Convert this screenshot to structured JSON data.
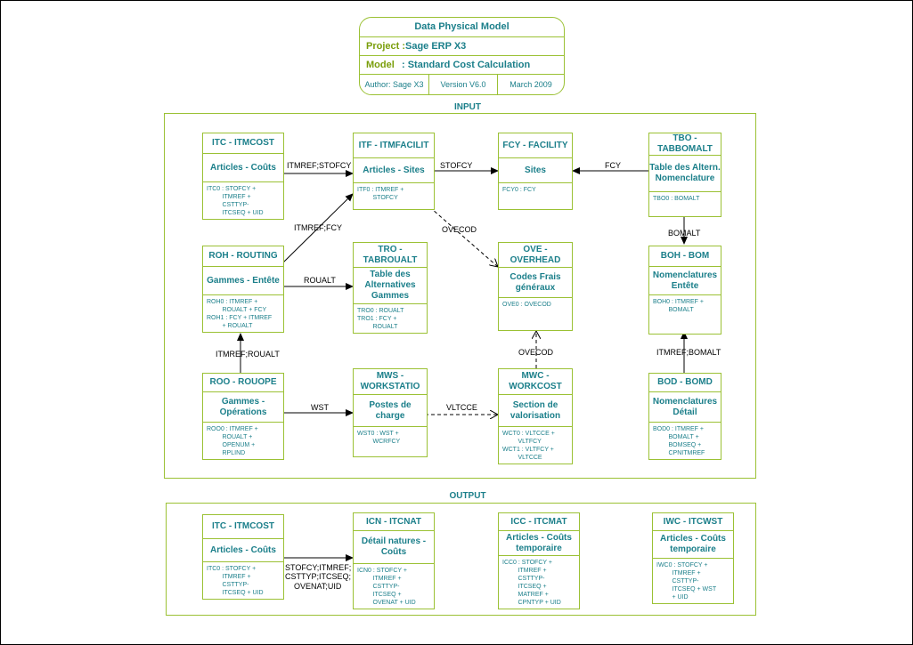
{
  "header": {
    "title": "Data Physical Model",
    "project_label": "Project :",
    "project_value": "Sage ERP X3",
    "model_label": "Model",
    "model_value": ": Standard Cost Calculation",
    "author": "Author: Sage X3",
    "version": "Version V6.0",
    "date": "March 2009"
  },
  "sections": {
    "input": "INPUT",
    "output": "OUTPUT"
  },
  "entities": {
    "itc_in": {
      "title": "ITC - ITMCOST",
      "desc": "Articles - Coûts",
      "keys": [
        "ITC0 : STOFCY +",
        "         ITMREF +",
        "         CSTTYP-",
        "         ITCSEQ + UID"
      ]
    },
    "itf": {
      "title": "ITF - ITMFACILIT",
      "desc": "Articles - Sites",
      "keys": [
        "ITF0 : ITMREF +",
        "         STOFCY"
      ]
    },
    "fcy": {
      "title": "FCY - FACILITY",
      "desc": "Sites",
      "keys": [
        "FCY0 : FCY"
      ]
    },
    "tbo": {
      "title": "TBO - TABBOMALT",
      "desc": "Table des Altern. Nomenclature",
      "keys": [
        "TBO0 : BOMALT"
      ]
    },
    "roh": {
      "title": "ROH - ROUTING",
      "desc": "Gammes - Entête",
      "keys": [
        "ROH0 : ITMREF +",
        "         ROUALT + FCY",
        "ROH1 : FCY + ITMREF",
        "         + ROUALT"
      ]
    },
    "tro": {
      "title": "TRO - TABROUALT",
      "desc": "Table des Alternatives Gammes",
      "keys": [
        "TRO0 : ROUALT",
        "TRO1 : FCY +",
        "         ROUALT"
      ]
    },
    "ove": {
      "title": "OVE - OVERHEAD",
      "desc": "Codes Frais généraux",
      "keys": [
        "OVE0 : OVECOD"
      ]
    },
    "boh": {
      "title": "BOH - BOM",
      "desc": "Nomenclatures Entête",
      "keys": [
        "BOH0 : ITMREF +",
        "         BOMALT"
      ]
    },
    "roo": {
      "title": "ROO - ROUOPE",
      "desc": "Gammes - Opérations",
      "keys": [
        "ROO0 : ITMREF +",
        "         ROUALT +",
        "         OPENUM +",
        "         RPLIND"
      ]
    },
    "mws": {
      "title": "MWS - WORKSTATIO",
      "desc": "Postes de charge",
      "keys": [
        "WST0 : WST +",
        "         WCRFCY"
      ]
    },
    "mwc": {
      "title": "MWC - WORKCOST",
      "desc": "Section de valorisation",
      "keys": [
        "WCT0 : VLTCCE +",
        "         VLTFCY",
        "WCT1 : VLTFCY +",
        "         VLTCCE"
      ]
    },
    "bod": {
      "title": "BOD - BOMD",
      "desc": "Nomenclatures Détail",
      "keys": [
        "BOD0 : ITMREF +",
        "         BOMALT +",
        "         BOMSEQ +",
        "         CPNITMREF"
      ]
    },
    "itc_out": {
      "title": "ITC - ITMCOST",
      "desc": "Articles - Coûts",
      "keys": [
        "ITC0 : STOFCY +",
        "         ITMREF +",
        "         CSTTYP-",
        "         ITCSEQ + UID"
      ]
    },
    "icn": {
      "title": "ICN - ITCNAT",
      "desc": "Détail natures - Coûts",
      "keys": [
        "ICN0 : STOFCY +",
        "         ITMREF +",
        "         CSTTYP-",
        "         ITCSEQ +",
        "         OVENAT + UID"
      ]
    },
    "icc": {
      "title": "ICC - ITCMAT",
      "desc": "Articles - Coûts temporaire",
      "keys": [
        "ICC0 : STOFCY +",
        "         ITMREF +",
        "         CSTTYP-",
        "         ITCSEQ +",
        "         MATREF +",
        "         CPNTYP + UID"
      ]
    },
    "iwc": {
      "title": "IWC - ITCWST",
      "desc": "Articles - Coûts temporaire",
      "keys": [
        "IWC0 : STOFCY +",
        "         ITMREF +",
        "         CSTTYP-",
        "         ITCSEQ + WST",
        "         + UID"
      ]
    }
  },
  "edge_labels": {
    "itc_itf": "ITMREF;STOFCY",
    "roh_itf": "ITMREF;FCY",
    "itf_fcy": "STOFCY",
    "tbo_fcy": "FCY",
    "itf_ove": "OVECOD",
    "tbo_boh": "BOMALT",
    "roh_tro": "ROUALT",
    "roo_roh": "ITMREF;ROUALT",
    "mwc_ove": "OVECOD",
    "bod_boh": "ITMREF;BOMALT",
    "roo_mws": "WST",
    "mws_mwc": "VLTCCE",
    "itc_icn_1": "STOFCY;ITMREF;",
    "itc_icn_2": "CSTTYP;ITCSEQ;",
    "itc_icn_3": "OVENAT;UID"
  }
}
